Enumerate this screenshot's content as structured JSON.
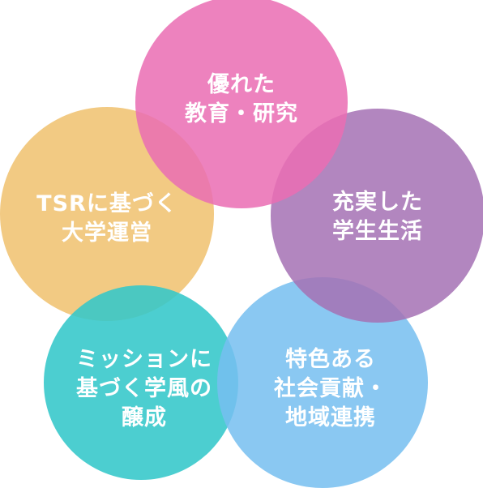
{
  "circles": [
    {
      "id": "education-research",
      "color": "#ea6db3",
      "lines": [
        "優れた",
        "教育・研究"
      ]
    },
    {
      "id": "student-life",
      "color": "#a572b5",
      "lines": [
        "充実した",
        "学生生活"
      ]
    },
    {
      "id": "social-contribution",
      "color": "#77bff0",
      "lines": [
        "特色ある",
        "社会貢献・",
        "地域連携"
      ]
    },
    {
      "id": "mission-culture",
      "color": "#33c7c9",
      "lines": [
        "ミッションに",
        "基づく学風の",
        "醸成"
      ]
    },
    {
      "id": "tsr-management",
      "color": "#f0c16f",
      "lines": [
        "TSRに基づく",
        "大学運営"
      ]
    }
  ]
}
